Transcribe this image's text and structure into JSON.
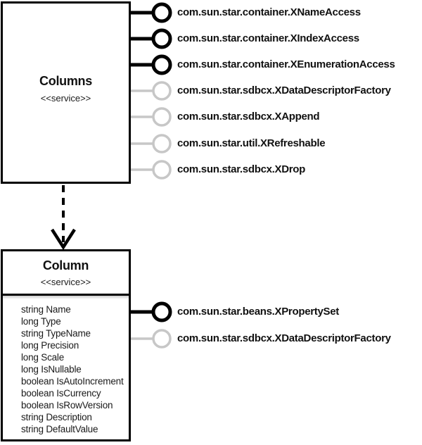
{
  "diagram": {
    "colors": {
      "mandatory_interface": "#000000",
      "optional_interface": "#c7c7c7",
      "text": "#111111",
      "background": "#ffffff"
    },
    "columns_service": {
      "title": "Columns",
      "stereotype": "<<service>>",
      "interfaces": [
        {
          "label": "com.sun.star.container.XNameAccess",
          "style": "mandatory"
        },
        {
          "label": "com.sun.star.container.XIndexAccess",
          "style": "mandatory"
        },
        {
          "label": "com.sun.star.container.XEnumerationAccess",
          "style": "mandatory"
        },
        {
          "label": "com.sun.star.sdbcx.XDataDescriptorFactory",
          "style": "optional"
        },
        {
          "label": "com.sun.star.sdbcx.XAppend",
          "style": "optional"
        },
        {
          "label": "com.sun.star.util.XRefreshable",
          "style": "optional"
        },
        {
          "label": "com.sun.star.sdbcx.XDrop",
          "style": "optional"
        }
      ]
    },
    "column_service": {
      "title": "Column",
      "stereotype": "<<service>>",
      "properties": [
        "string Name",
        "long Type",
        "string TypeName",
        "long Precision",
        "long Scale",
        "long IsNullable",
        "boolean IsAutoIncrement",
        "boolean IsCurrency",
        "boolean IsRowVersion",
        "string Description",
        "string DefaultValue"
      ],
      "interfaces": [
        {
          "label": "com.sun.star.beans.XPropertySet",
          "style": "mandatory"
        },
        {
          "label": "com.sun.star.sdbcx.XDataDescriptorFactory",
          "style": "optional"
        }
      ]
    }
  }
}
